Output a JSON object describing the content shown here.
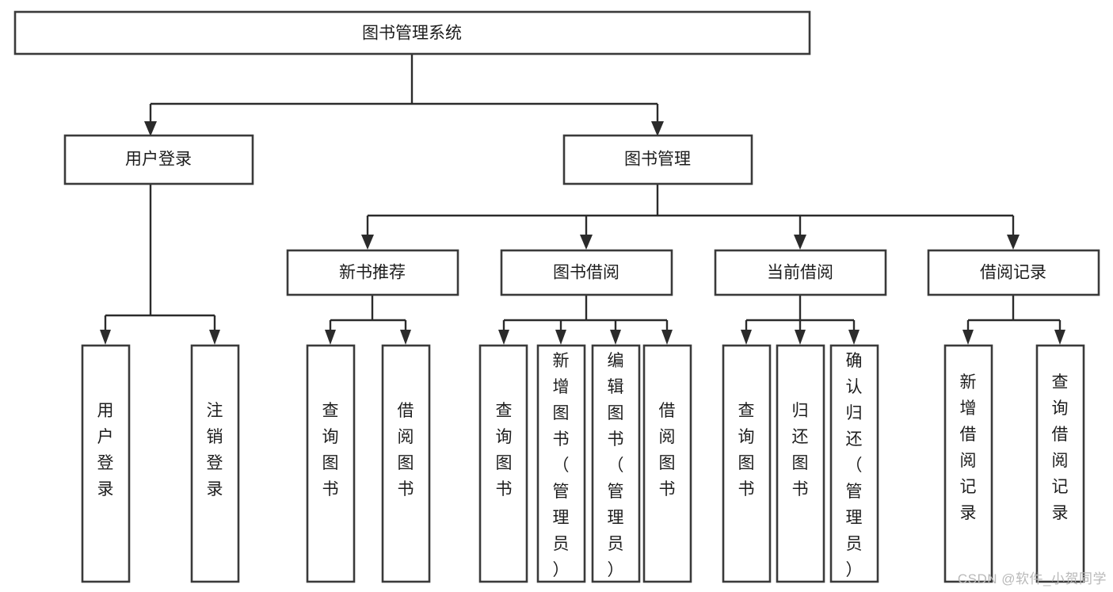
{
  "diagram": {
    "type": "tree",
    "title": "图书管理系统",
    "watermark": "CSDN @软件_小贺同学",
    "colors": {
      "box_stroke": "#3a3a3a",
      "box_fill": "#ffffff",
      "connector": "#2b2b2b",
      "text": "#1d1d1d",
      "watermark": "#b9b9b9",
      "background": "#ffffff"
    },
    "levels": {
      "root": {
        "label": "图书管理系统"
      },
      "level2": [
        {
          "label": "用户登录"
        },
        {
          "label": "图书管理"
        }
      ],
      "level3": [
        {
          "label": "新书推荐"
        },
        {
          "label": "图书借阅"
        },
        {
          "label": "当前借阅"
        },
        {
          "label": "借阅记录"
        }
      ],
      "leaves": {
        "user_login": [
          {
            "label": "用户登录"
          },
          {
            "label": "注销登录"
          }
        ],
        "new_book": [
          {
            "label": "查询图书"
          },
          {
            "label": "借阅图书"
          }
        ],
        "book_borrow": [
          {
            "label": "查询图书"
          },
          {
            "label": "新增图书（管理员）"
          },
          {
            "label": "编辑图书（管理员）"
          },
          {
            "label": "借阅图书"
          }
        ],
        "current_borrow": [
          {
            "label": "查询图书"
          },
          {
            "label": "归还图书"
          },
          {
            "label": "确认归还（管理员）"
          }
        ],
        "borrow_record": [
          {
            "label": "新增借阅记录"
          },
          {
            "label": "查询借阅记录"
          }
        ]
      }
    }
  }
}
